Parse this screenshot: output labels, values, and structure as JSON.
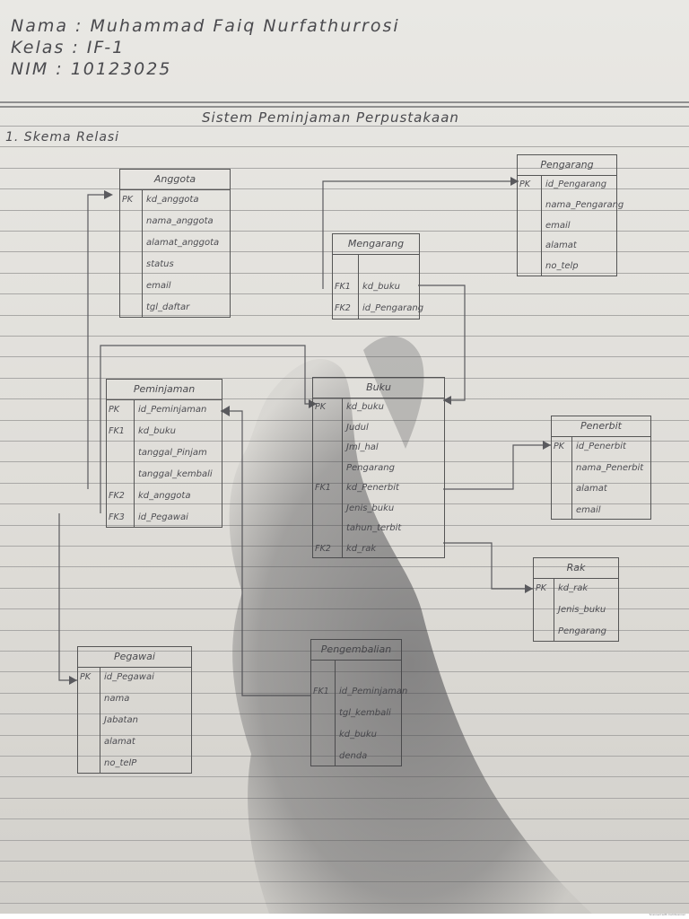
{
  "header": {
    "name_line": "Nama : Muhammad Faiq Nurfathurrosi",
    "class_line": "Kelas : IF-1",
    "nim_line": "NIM : 10123025"
  },
  "document": {
    "title": "Sistem Peminjaman Perpustakaan",
    "section": "1. Skema Relasi"
  },
  "tables": {
    "anggota": {
      "name": "Anggota",
      "fields": [
        {
          "key": "PK",
          "name": "kd_anggota"
        },
        {
          "key": "",
          "name": "nama_anggota"
        },
        {
          "key": "",
          "name": "alamat_anggota"
        },
        {
          "key": "",
          "name": "status"
        },
        {
          "key": "",
          "name": "email"
        },
        {
          "key": "",
          "name": "tgl_daftar"
        }
      ]
    },
    "pengarang": {
      "name": "Pengarang",
      "fields": [
        {
          "key": "PK",
          "name": "id_Pengarang"
        },
        {
          "key": "",
          "name": "nama_Pengarang"
        },
        {
          "key": "",
          "name": "email"
        },
        {
          "key": "",
          "name": "alamat"
        },
        {
          "key": "",
          "name": "no_telp"
        }
      ]
    },
    "mengarang": {
      "name": "Mengarang",
      "fields": [
        {
          "key": "",
          "name": ""
        },
        {
          "key": "FK1",
          "name": "kd_buku"
        },
        {
          "key": "FK2",
          "name": "id_Pengarang"
        }
      ]
    },
    "peminjaman": {
      "name": "Peminjaman",
      "fields": [
        {
          "key": "PK",
          "name": "id_Peminjaman"
        },
        {
          "key": "FK1",
          "name": "kd_buku"
        },
        {
          "key": "",
          "name": "tanggal_Pinjam"
        },
        {
          "key": "",
          "name": "tanggal_kembali"
        },
        {
          "key": "FK2",
          "name": "kd_anggota"
        },
        {
          "key": "FK3",
          "name": "id_Pegawai"
        }
      ]
    },
    "buku": {
      "name": "Buku",
      "fields": [
        {
          "key": "PK",
          "name": "kd_buku"
        },
        {
          "key": "",
          "name": "Judul"
        },
        {
          "key": "",
          "name": "Jml_hal"
        },
        {
          "key": "",
          "name": "Pengarang"
        },
        {
          "key": "FK1",
          "name": "kd_Penerbit"
        },
        {
          "key": "",
          "name": "Jenis_buku"
        },
        {
          "key": "",
          "name": "tahun_terbit"
        },
        {
          "key": "FK2",
          "name": "kd_rak"
        }
      ]
    },
    "penerbit": {
      "name": "Penerbit",
      "fields": [
        {
          "key": "PK",
          "name": "id_Penerbit"
        },
        {
          "key": "",
          "name": "nama_Penerbit"
        },
        {
          "key": "",
          "name": "alamat"
        },
        {
          "key": "",
          "name": "email"
        }
      ]
    },
    "rak": {
      "name": "Rak",
      "fields": [
        {
          "key": "PK",
          "name": "kd_rak"
        },
        {
          "key": "",
          "name": "Jenis_buku"
        },
        {
          "key": "",
          "name": "Pengarang"
        }
      ]
    },
    "pegawai": {
      "name": "Pegawai",
      "fields": [
        {
          "key": "PK",
          "name": "id_Pegawai"
        },
        {
          "key": "",
          "name": "nama"
        },
        {
          "key": "",
          "name": "Jabatan"
        },
        {
          "key": "",
          "name": "alamat"
        },
        {
          "key": "",
          "name": "no_telP"
        }
      ]
    },
    "pengembalian": {
      "name": "Pengembalian",
      "fields": [
        {
          "key": "",
          "name": ""
        },
        {
          "key": "FK1",
          "name": "id_Peminjaman"
        },
        {
          "key": "",
          "name": "tgl_kembali"
        },
        {
          "key": "",
          "name": "kd_buku"
        },
        {
          "key": "",
          "name": "denda"
        }
      ]
    }
  },
  "footer": {
    "scanner_text": "Scanned with CamScanner"
  },
  "colors": {
    "paper": "#e3e2de",
    "ink": "#4a4a4e",
    "rule": "#a9a8a6",
    "shadow": "#3f3f43"
  }
}
